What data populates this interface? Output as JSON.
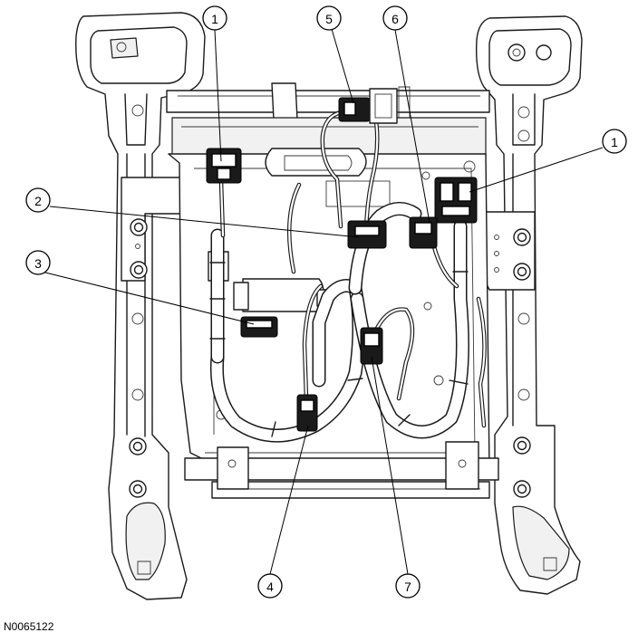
{
  "figure_id": "N0065122",
  "callouts": [
    {
      "id": "callout-1-left",
      "label": "1"
    },
    {
      "id": "callout-1-right",
      "label": "1"
    },
    {
      "id": "callout-2",
      "label": "2"
    },
    {
      "id": "callout-3",
      "label": "3"
    },
    {
      "id": "callout-4",
      "label": "4"
    },
    {
      "id": "callout-5",
      "label": "5"
    },
    {
      "id": "callout-6",
      "label": "6"
    },
    {
      "id": "callout-7",
      "label": "7"
    }
  ]
}
